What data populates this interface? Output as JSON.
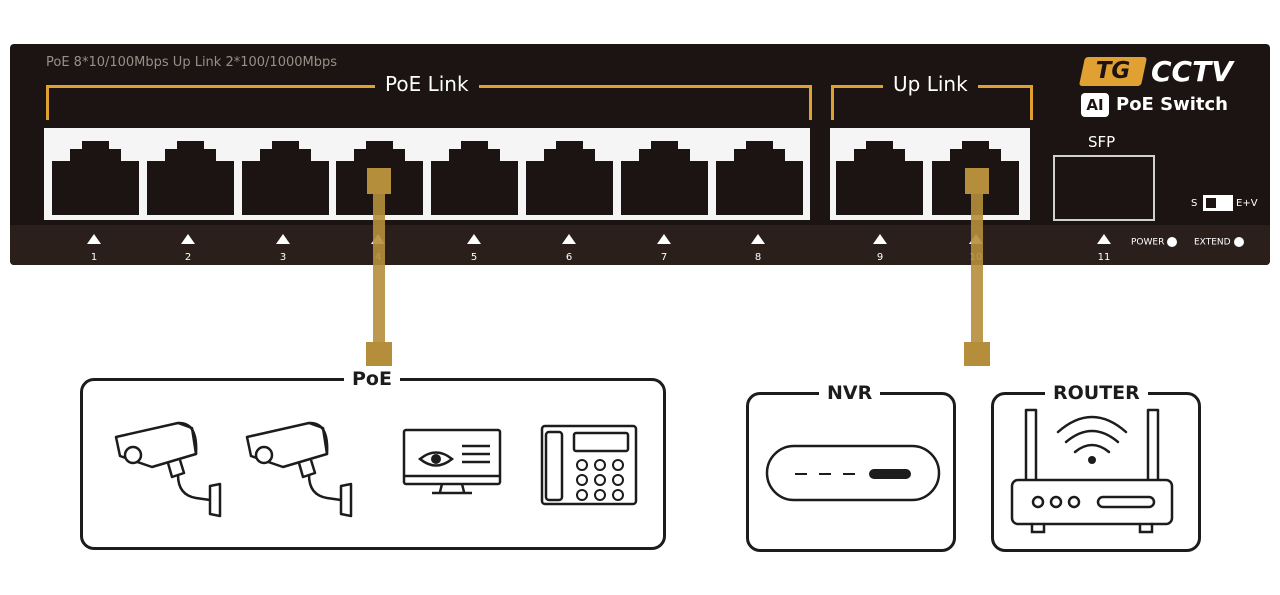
{
  "switch": {
    "spec_text": "PoE 8*10/100Mbps   Up Link 2*100/1000Mbps",
    "poe_link_label": "PoE Link",
    "uplink_label": "Up Link",
    "sfp_label": "SFP",
    "brand_logo": "TG",
    "brand_name": "CCTV",
    "ai_badge": "AI",
    "product_name": "PoE Switch",
    "ports": [
      "1",
      "2",
      "3",
      "4",
      "5",
      "6",
      "7",
      "8",
      "9",
      "10",
      "11"
    ],
    "power_label": "POWER",
    "extend_label": "EXTEND",
    "switch_left_label": "S",
    "switch_right_label": "E+V",
    "colors": {
      "panel": "#1b1412",
      "accent": "#e0a032",
      "connector": "#b58e3b"
    }
  },
  "devices": {
    "poe_group": {
      "title": "PoE",
      "items": [
        "camera-icon",
        "camera-icon",
        "monitor-icon",
        "phone-icon"
      ]
    },
    "nvr": {
      "title": "NVR"
    },
    "router": {
      "title": "ROUTER"
    }
  }
}
